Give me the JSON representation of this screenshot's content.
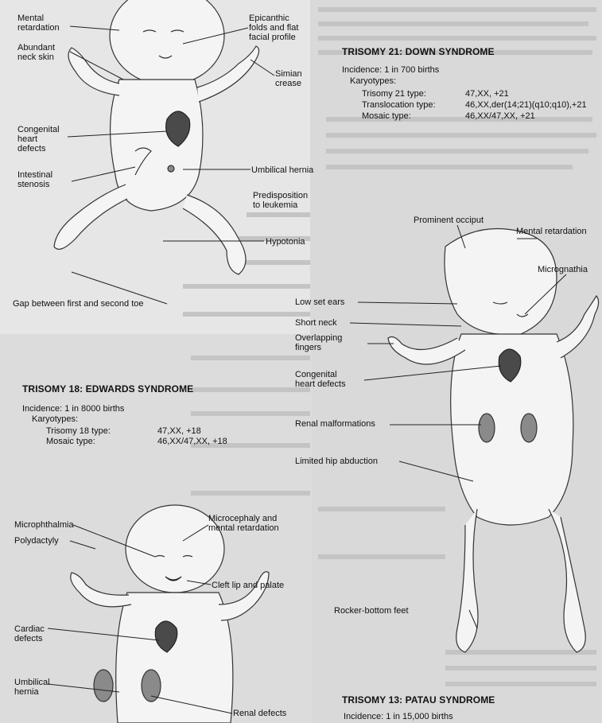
{
  "down": {
    "title": "TRISOMY 21: DOWN SYNDROME",
    "incidence": "Incidence: 1 in 700 births",
    "karyotypes_label": "Karyotypes:",
    "rows": [
      {
        "type": "Trisomy 21 type:",
        "value": "47,XX, +21"
      },
      {
        "type": "Translocation type:",
        "value": "46,XX,der(14;21)(q10;q10),+21"
      },
      {
        "type": "Mosaic type:",
        "value": "46,XX/47,XX, +21"
      }
    ],
    "labels": {
      "mental": "Mental\nretardation",
      "neck": "Abundant\nneck skin",
      "epicanthic": "Epicanthic\nfolds and flat\nfacial profile",
      "simian": "Simian\ncrease",
      "heart": "Congenital\nheart\ndefects",
      "intestinal": "Intestinal\nstenosis",
      "umbilical": "Umbilical hernia",
      "leukemia": "Predisposition\nto leukemia",
      "hypotonia": "Hypotonia",
      "gap": "Gap between first and second toe"
    }
  },
  "edwards": {
    "title": "TRISOMY 18: EDWARDS SYNDROME",
    "incidence": "Incidence: 1 in 8000 births",
    "karyotypes_label": "Karyotypes:",
    "rows": [
      {
        "type": "Trisomy 18 type:",
        "value": "47,XX, +18"
      },
      {
        "type": "Mosaic type:",
        "value": "46,XX/47,XX, +18"
      }
    ],
    "labels": {
      "occiput": "Prominent occiput",
      "mental": "Mental retardation",
      "micrognathia": "Micrognathia",
      "ears": "Low set ears",
      "neck": "Short neck",
      "fingers": "Overlapping\nfingers",
      "heart": "Congenital\nheart defects",
      "renal": "Renal malformations",
      "hip": "Limited hip abduction",
      "rocker": "Rocker-bottom feet"
    }
  },
  "patau": {
    "title": "TRISOMY 13: PATAU SYNDROME",
    "incidence": "Incidence: 1 in 15,000 births",
    "labels": {
      "micro": "Microphthalmia",
      "poly": "Polydactyly",
      "microcephaly": "Microcephaly and\nmental retardation",
      "cleft": "Cleft lip and palate",
      "cardiac": "Cardiac\ndefects",
      "umbilical": "Umbilical\nhernia",
      "renal": "Renal defects"
    }
  }
}
